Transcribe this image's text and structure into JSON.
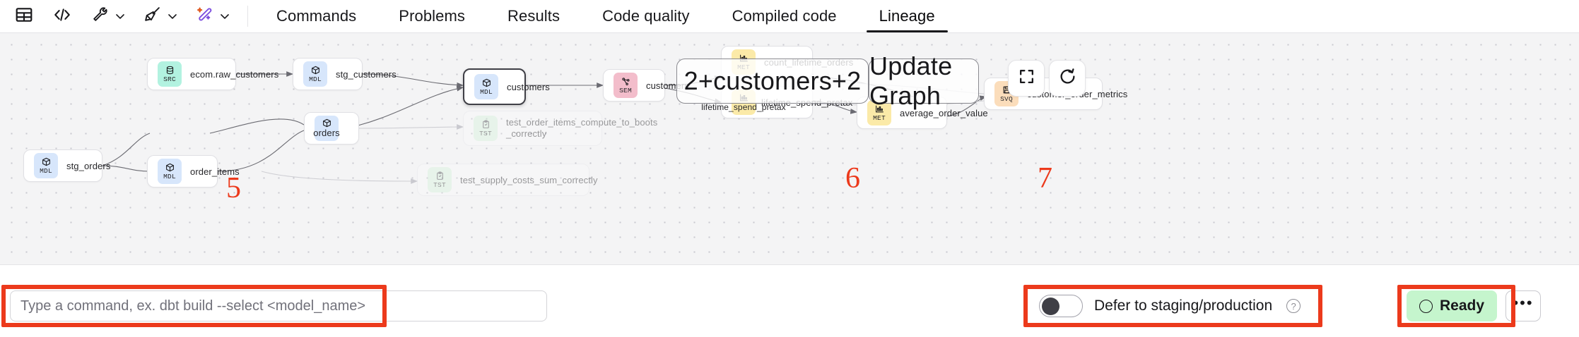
{
  "toolbar": {
    "icon_buttons": [
      {
        "name": "table-view-icon",
        "label": ""
      },
      {
        "name": "code-view-icon",
        "label": ""
      },
      {
        "name": "wrench-icon",
        "label": ""
      },
      {
        "name": "broom-icon",
        "label": ""
      },
      {
        "name": "magic-wand-icon",
        "label": ""
      }
    ],
    "tabs": [
      {
        "label": "Commands",
        "active": false
      },
      {
        "label": "Problems",
        "active": false
      },
      {
        "label": "Results",
        "active": false
      },
      {
        "label": "Code quality",
        "active": false
      },
      {
        "label": "Compiled code",
        "active": false
      },
      {
        "label": "Lineage",
        "active": true
      }
    ]
  },
  "graph": {
    "nodes": [
      {
        "id": "ecom_raw_customers",
        "label": "ecom.raw_customers",
        "badge": "SRC",
        "state": "normal"
      },
      {
        "id": "stg_customers",
        "label": "stg_customers",
        "badge": "MDL",
        "state": "normal"
      },
      {
        "id": "customers_mdl",
        "label": "customers",
        "badge": "MDL",
        "state": "selected"
      },
      {
        "id": "customers_sem",
        "label": "customers",
        "badge": "SEM",
        "state": "normal"
      },
      {
        "id": "count_lifetime_orders",
        "label": "count_lifetime_orders",
        "badge": "MET",
        "state": "normal"
      },
      {
        "id": "lifetime_spend_pretax",
        "label": "lifetime_spend_pretax",
        "badge": "MET",
        "state": "normal"
      },
      {
        "id": "average_order_value",
        "label": "average_order_value",
        "badge": "MET",
        "state": "normal"
      },
      {
        "id": "customer_order_metrics",
        "label": "customer_order_metrics",
        "badge": "SVQ",
        "state": "normal"
      },
      {
        "id": "orders",
        "label": "orders",
        "badge": "MDL",
        "state": "normal"
      },
      {
        "id": "stg_orders",
        "label": "stg_orders",
        "badge": "MDL",
        "state": "normal"
      },
      {
        "id": "order_items",
        "label": "order_items",
        "badge": "MDL",
        "state": "normal"
      },
      {
        "id": "test_order_items",
        "label": "test_order_items_compute_to_boots _correctly",
        "badge": "TST",
        "state": "ghost"
      },
      {
        "id": "test_supply_costs",
        "label": "test_supply_costs_sum_correctly",
        "badge": "TST",
        "state": "ghost"
      }
    ],
    "overlays": [
      {
        "id": "selector-overlay",
        "text": "2+customers+2"
      },
      {
        "id": "update-graph-overlay",
        "text": "Update Graph"
      }
    ],
    "controls": [
      {
        "name": "fullscreen-button",
        "label": ""
      },
      {
        "name": "refresh-graph-button",
        "label": ""
      }
    ]
  },
  "bottom": {
    "command_input": {
      "value": "",
      "placeholder": "Type a command, ex. dbt build --select <model_name>"
    },
    "defer_label": "Defer to staging/production",
    "defer_enabled": false,
    "help_glyph": "?",
    "status_label": "Ready",
    "more_glyph": "•••"
  },
  "annotations": [
    {
      "number": "5"
    },
    {
      "number": "6"
    },
    {
      "number": "7"
    }
  ],
  "colors": {
    "accent_red": "#ec3a1c",
    "badge_src": "#b2f2e0",
    "badge_mdl": "#d7e6fb",
    "badge_sem": "#f3bdcb",
    "badge_met": "#fbeaa8",
    "badge_svq": "#fbddbb",
    "badge_tst": "#d9f2dd",
    "ready_green": "#c5f5cd"
  }
}
